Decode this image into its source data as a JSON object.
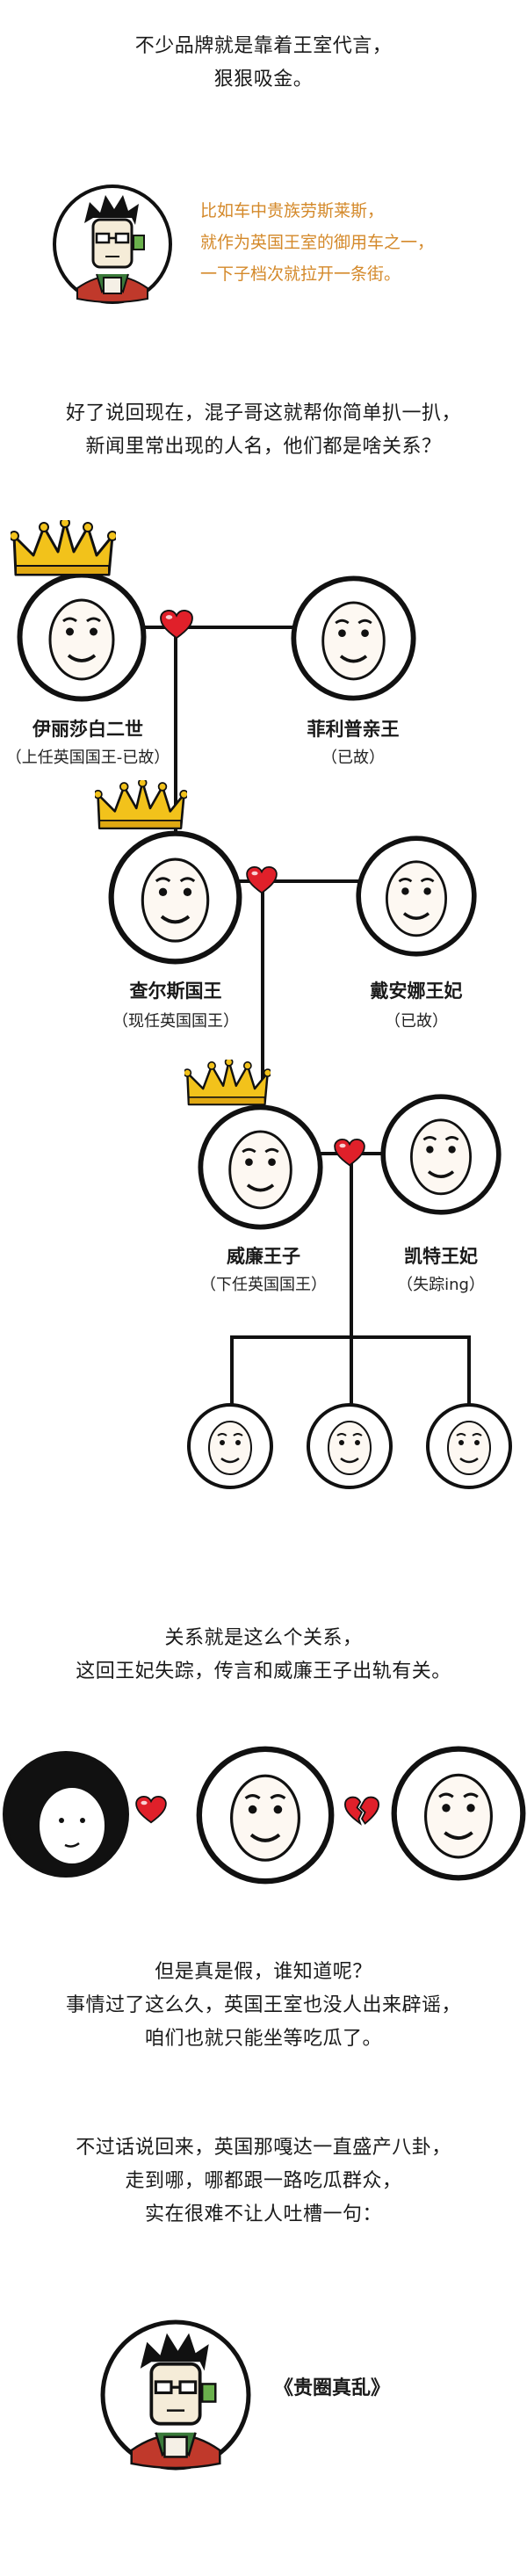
{
  "intro": {
    "lines": [
      "不少品牌就是靠着王室代言，",
      "狠狠吸金。"
    ]
  },
  "bubble1": {
    "lines": [
      "比如车中贵族劳斯莱斯，",
      "就作为英国王室的御用车之一，",
      "一下子档次就拉开一条街。"
    ],
    "color": "#d4892a"
  },
  "para2": {
    "lines": [
      "好了说回现在，混子哥这就帮你简单扒一扒，",
      "新闻里常出现的人名，他们都是啥关系？"
    ]
  },
  "family": {
    "elizabeth": {
      "name": "伊丽莎白二世",
      "note": "（上任英国国王-已故）"
    },
    "philip": {
      "name": "菲利普亲王",
      "note": "（已故）"
    },
    "charles": {
      "name": "查尔斯国王",
      "note": "（现任英国国王）"
    },
    "diana": {
      "name": "戴安娜王妃",
      "note": "（已故）"
    },
    "william": {
      "name": "威廉王子",
      "note": "（下任英国国王）"
    },
    "kate": {
      "name": "凯特王妃",
      "note": "（失踪ing）"
    }
  },
  "para3": {
    "lines": [
      "关系就是这么个关系，",
      "这回王妃失踪，传言和威廉王子出轨有关。"
    ]
  },
  "para4": {
    "lines": [
      "但是真是假，谁知道呢？",
      "事情过了这么久，英国王室也没人出来辟谣，",
      "咱们也就只能坐等吃瓜了。"
    ]
  },
  "para5": {
    "lines": [
      "不过话说回来，英国那嘎达一直盛产八卦，",
      "走到哪，哪都跟一路吃瓜群众，",
      "实在很难不让人吐槽一句："
    ]
  },
  "closing": {
    "title": "《贵圈真乱》"
  },
  "colors": {
    "heart": "#e0202a",
    "crown": "#f2c21b",
    "orange_text": "#d4892a"
  }
}
